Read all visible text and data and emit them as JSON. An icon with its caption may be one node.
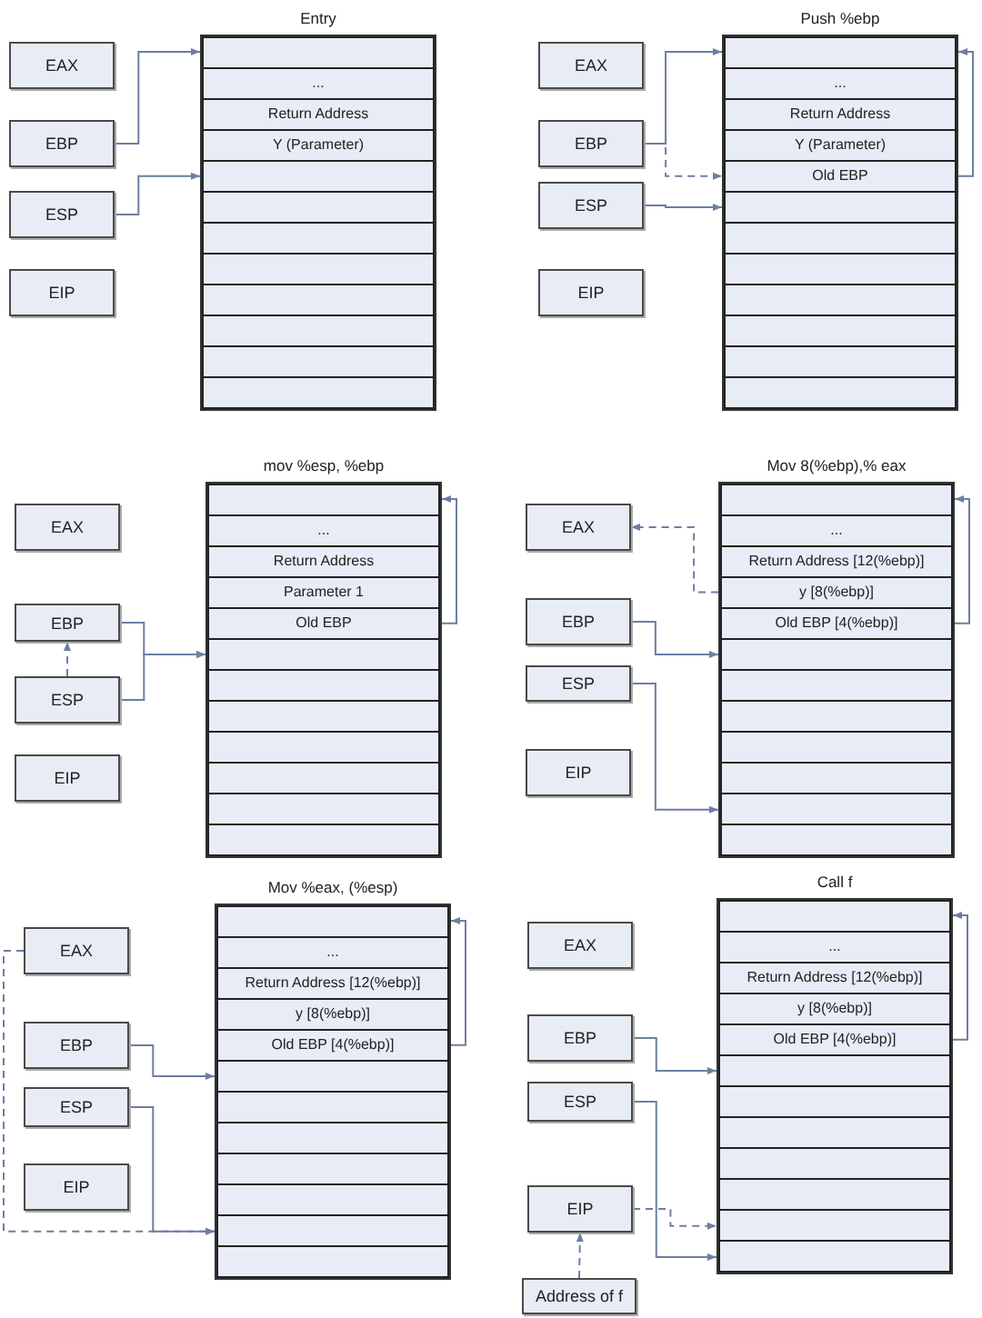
{
  "diagram": {
    "nodes": [
      {
        "text": [
          "EAX"
        ]
      },
      {
        "text": [
          "EBP"
        ]
      },
      {
        "text": [
          "ESP"
        ]
      },
      {
        "text": [
          "EIP"
        ]
      },
      {
        "text": [
          "Entry"
        ]
      },
      {
        "text": [],
        "shape": "box",
        "in": 4
      },
      {
        "text": [
          "..."
        ],
        "in": 4
      },
      {
        "text": [
          "Return Address"
        ],
        "in": 4
      },
      {
        "text": [
          "Y (Parameter)"
        ],
        "in": 4
      },
      {
        "text": [],
        "shape": "box",
        "in": 4
      },
      {
        "text": [],
        "shape": "box",
        "in": 4
      },
      {
        "text": [],
        "shape": "box",
        "in": 4
      },
      {
        "text": [],
        "shape": "box",
        "in": 4
      },
      {
        "text": [],
        "shape": "box",
        "in": 4
      },
      {
        "text": [],
        "shape": "box",
        "in": 4
      },
      {
        "text": [],
        "shape": "box",
        "in": 4
      },
      {
        "text": [],
        "shape": "box",
        "in": 4
      },
      {
        "text": [
          "EAX"
        ]
      },
      {
        "text": [
          "EBP"
        ]
      },
      {
        "text": [
          "ESP"
        ]
      },
      {
        "text": [
          "EIP"
        ]
      },
      {
        "text": [
          "Push %ebp"
        ]
      },
      {
        "text": [],
        "shape": "box",
        "in": 21
      },
      {
        "text": [
          "..."
        ],
        "in": 21
      },
      {
        "text": [
          "Return Address"
        ],
        "in": 21
      },
      {
        "text": [
          "Y (Parameter)"
        ],
        "in": 21
      },
      {
        "text": [
          "Old EBP"
        ],
        "in": 21
      },
      {
        "text": [],
        "shape": "box",
        "in": 21
      },
      {
        "text": [],
        "shape": "box",
        "in": 21
      },
      {
        "text": [],
        "shape": "box",
        "in": 21
      },
      {
        "text": [],
        "shape": "box",
        "in": 21
      },
      {
        "text": [],
        "shape": "box",
        "in": 21
      },
      {
        "text": [],
        "shape": "box",
        "in": 21
      },
      {
        "text": [],
        "shape": "box",
        "in": 21
      },
      {
        "text": [
          "EAX"
        ]
      },
      {
        "text": [
          "EBP"
        ]
      },
      {
        "text": [
          "ESP"
        ]
      },
      {
        "text": [
          "EIP"
        ]
      },
      {
        "text": [
          "mov %esp, %ebp"
        ]
      },
      {
        "text": [],
        "shape": "box",
        "in": 38
      },
      {
        "text": [
          "..."
        ],
        "in": 38
      },
      {
        "text": [
          "Return Address"
        ],
        "in": 38
      },
      {
        "text": [
          "Parameter 1"
        ],
        "in": 38
      },
      {
        "text": [
          "Old EBP"
        ],
        "in": 38
      },
      {
        "text": [],
        "shape": "box",
        "in": 38
      },
      {
        "text": [],
        "shape": "box",
        "in": 38
      },
      {
        "text": [],
        "shape": "box",
        "in": 38
      },
      {
        "text": [],
        "shape": "box",
        "in": 38
      },
      {
        "text": [],
        "shape": "box",
        "in": 38
      },
      {
        "text": [],
        "shape": "box",
        "in": 38
      },
      {
        "text": [],
        "shape": "box",
        "in": 38
      },
      {
        "text": [
          "EAX"
        ]
      },
      {
        "text": [
          "EBP"
        ]
      },
      {
        "text": [
          "ESP"
        ]
      },
      {
        "text": [
          "EIP"
        ]
      },
      {
        "text": [
          "Mov 8(%ebp),% eax"
        ]
      },
      {
        "text": [],
        "shape": "box",
        "in": 55
      },
      {
        "text": [
          "..."
        ],
        "in": 55
      },
      {
        "text": [
          "Return Address [12(%ebp)]"
        ],
        "in": 55
      },
      {
        "text": [
          "y [8(%ebp)]"
        ],
        "in": 55
      },
      {
        "text": [
          "Old EBP [4(%ebp)]"
        ],
        "in": 55
      },
      {
        "text": [],
        "shape": "box",
        "in": 55
      },
      {
        "text": [],
        "shape": "box",
        "in": 55
      },
      {
        "text": [],
        "shape": "box",
        "in": 55
      },
      {
        "text": [],
        "shape": "box",
        "in": 55
      },
      {
        "text": [],
        "shape": "box",
        "in": 55
      },
      {
        "text": [],
        "shape": "box",
        "in": 55
      },
      {
        "text": [],
        "shape": "box",
        "in": 55
      },
      {
        "text": [
          "EAX"
        ]
      },
      {
        "text": [
          "EBP"
        ]
      },
      {
        "text": [
          "ESP"
        ]
      },
      {
        "text": [
          "EIP"
        ]
      },
      {
        "text": [
          "Mov %eax, (%esp)"
        ]
      },
      {
        "text": [],
        "shape": "box",
        "in": 72
      },
      {
        "text": [
          "..."
        ],
        "in": 72
      },
      {
        "text": [
          "Return Address [12(%ebp)]"
        ],
        "in": 72
      },
      {
        "text": [
          "y [8(%ebp)]"
        ],
        "in": 72
      },
      {
        "text": [
          "Old EBP [4(%ebp)]"
        ],
        "in": 72
      },
      {
        "text": [],
        "shape": "box",
        "in": 72
      },
      {
        "text": [],
        "shape": "box",
        "in": 72
      },
      {
        "text": [],
        "shape": "box",
        "in": 72
      },
      {
        "text": [],
        "shape": "box",
        "in": 72
      },
      {
        "text": [],
        "shape": "box",
        "in": 72
      },
      {
        "text": [],
        "shape": "box",
        "in": 72
      },
      {
        "text": [],
        "shape": "box",
        "in": 72
      },
      {
        "text": [
          "EAX"
        ]
      },
      {
        "text": [
          "EBP"
        ]
      },
      {
        "text": [
          "ESP"
        ]
      },
      {
        "text": [
          "EIP"
        ]
      },
      {
        "text": [
          "Call f"
        ]
      },
      {
        "text": [],
        "shape": "box",
        "in": 89
      },
      {
        "text": [
          "..."
        ],
        "in": 89
      },
      {
        "text": [
          "Return Address [12(%ebp)]"
        ],
        "in": 89
      },
      {
        "text": [
          "y [8(%ebp)]"
        ],
        "in": 89
      },
      {
        "text": [
          "Old EBP [4(%ebp)]"
        ],
        "in": 89
      },
      {
        "text": [],
        "shape": "box",
        "in": 89
      },
      {
        "text": [],
        "shape": "box",
        "in": 89
      },
      {
        "text": [],
        "shape": "box",
        "in": 89
      },
      {
        "text": [],
        "shape": "box",
        "in": 89
      },
      {
        "text": [],
        "shape": "box",
        "in": 89
      },
      {
        "text": [],
        "shape": "box",
        "in": 89
      },
      {
        "text": [],
        "shape": "box",
        "in": 89
      },
      {
        "text": [
          "Address of f"
        ]
      }
    ],
    "edges": [
      {
        "from": 1,
        "to": 5,
        "arrow": "to"
      },
      {
        "from": 2,
        "to": 9,
        "arrow": "to"
      },
      {
        "from": 18,
        "to": 22,
        "arrow": "to"
      },
      {
        "from": 18,
        "to": 26,
        "arrow": "to",
        "style": "dashed"
      },
      {
        "from": 19,
        "to": 27,
        "arrow": "to"
      },
      {
        "from": 26,
        "to": 22,
        "arrow": "to"
      },
      {
        "from": 35,
        "to": 44,
        "arrow": "to"
      },
      {
        "from": 36,
        "to": 44,
        "arrow": "to"
      },
      {
        "from": 36,
        "to": 35,
        "arrow": "to",
        "style": "dashed"
      },
      {
        "from": 43,
        "to": 39,
        "arrow": "to"
      },
      {
        "from": 59,
        "to": 51,
        "arrow": "to",
        "style": "dashed"
      },
      {
        "from": 52,
        "to": 61,
        "arrow": "to"
      },
      {
        "from": 53,
        "to": 66,
        "arrow": "to"
      },
      {
        "from": 60,
        "to": 56,
        "arrow": "to"
      },
      {
        "from": 68,
        "to": 83,
        "arrow": "to",
        "style": "dashed"
      },
      {
        "from": 69,
        "to": 78,
        "arrow": "to"
      },
      {
        "from": 70,
        "to": 83,
        "arrow": "to"
      },
      {
        "from": 77,
        "to": 73,
        "arrow": "to"
      },
      {
        "from": 86,
        "to": 95,
        "arrow": "to"
      },
      {
        "from": 87,
        "to": 101,
        "arrow": "to"
      },
      {
        "from": 88,
        "to": 100,
        "arrow": "to",
        "style": "dashed"
      },
      {
        "from": 102,
        "to": 88,
        "arrow": "to",
        "style": "dashed"
      },
      {
        "from": 94,
        "to": 90,
        "arrow": "to"
      }
    ]
  }
}
